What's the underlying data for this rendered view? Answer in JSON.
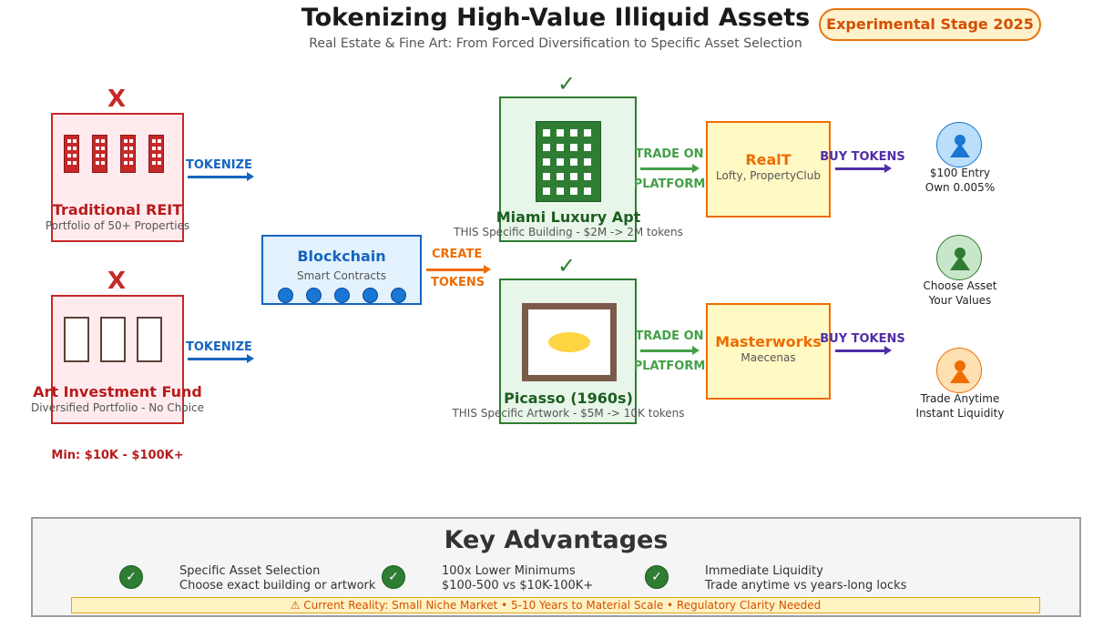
{
  "header": {
    "title": "Tokenizing High-Value Illiquid Assets",
    "subtitle": "Real Estate & Fine Art: From Forced Diversification to Specific Asset Selection",
    "badge": "Experimental Stage 2025"
  },
  "traditional": {
    "reit": {
      "mark": "X",
      "title": "Traditional REIT",
      "subtitle": "Portfolio of 50+ Properties",
      "arrow_label": "TOKENIZE"
    },
    "art_fund": {
      "mark": "X",
      "title": "Art Investment Fund",
      "subtitle": "Diversified Portfolio - No Choice",
      "arrow_label": "TOKENIZE"
    },
    "minimum": "Min: $10K - $100K+"
  },
  "blockchain": {
    "title": "Blockchain",
    "subtitle": "Smart Contracts",
    "arrow_label_top": "CREATE",
    "arrow_label_bottom": "TOKENS"
  },
  "assets": {
    "miami": {
      "mark": "✓",
      "title": "Miami Luxury Apt",
      "detail": "THIS Specific Building - $2M -> 2M tokens"
    },
    "picasso": {
      "mark": "✓",
      "title": "Picasso (1960s)",
      "detail": "THIS Specific Artwork - $5M -> 10K tokens"
    },
    "trade_label_top": "TRADE ON",
    "trade_label_bottom": "PLATFORM"
  },
  "platforms": {
    "realt": {
      "title": "RealT",
      "subtitle": "Lofty, PropertyClub",
      "arrow_label": "BUY TOKENS"
    },
    "masterworks": {
      "title": "Masterworks",
      "subtitle": "Maecenas",
      "arrow_label": "BUY TOKENS"
    }
  },
  "investors": [
    {
      "line1": "$100 Entry",
      "line2": "Own 0.005%",
      "color": "#1976d2"
    },
    {
      "line1": "Choose Asset",
      "line2": "Your Values",
      "color": "#2e7d32"
    },
    {
      "line1": "Trade Anytime",
      "line2": "Instant Liquidity",
      "color": "#ef6c00"
    }
  ],
  "key_advantages": {
    "title": "Key Advantages",
    "items": [
      {
        "check": "✓",
        "line1": "Specific Asset Selection",
        "line2": "Choose exact building or artwork"
      },
      {
        "check": "✓",
        "line1": "100x Lower Minimums",
        "line2": "$100-500 vs $10K-100K+"
      },
      {
        "check": "✓",
        "line1": "Immediate Liquidity",
        "line2": "Trade anytime vs years-long locks"
      }
    ],
    "warning": "⚠ Current Reality: Small Niche Market • 5-10 Years to Material Scale • Regulatory Clarity Needed"
  }
}
